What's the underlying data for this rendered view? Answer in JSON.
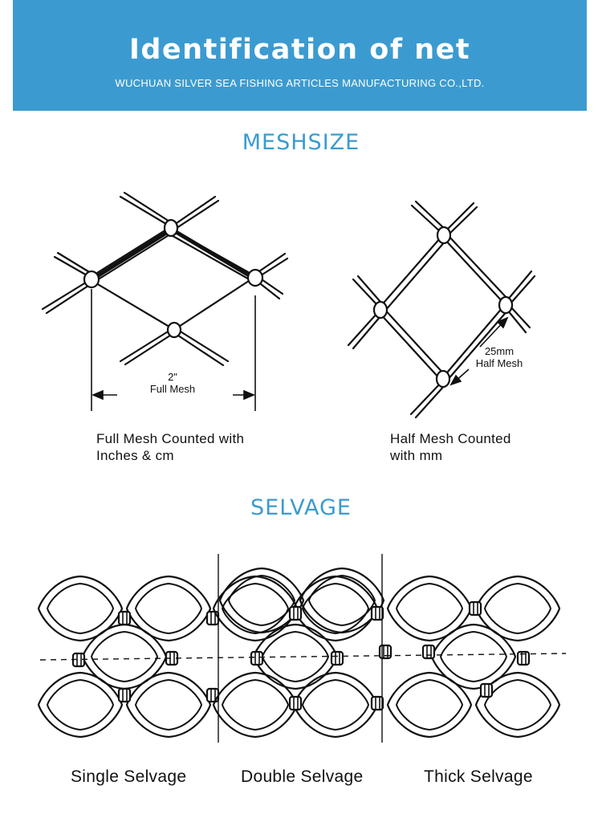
{
  "header": {
    "title": "Identification of net",
    "company": "WUCHUAN SILVER SEA FISHING ARTICLES MANUFACTURING CO.,LTD."
  },
  "meshsize": {
    "heading": "MESHSIZE",
    "full_mesh": {
      "dimension_value": "2\"",
      "dimension_name": "Full Mesh",
      "caption_line1": "Full Mesh Counted with",
      "caption_line2": "Inches & cm"
    },
    "half_mesh": {
      "dimension_value": "25mm",
      "dimension_name": "Half Mesh",
      "caption_line1": "Half Mesh Counted",
      "caption_line2": "with mm"
    }
  },
  "selvage": {
    "heading": "SELVAGE",
    "types": [
      "Single Selvage",
      "Double Selvage",
      "Thick Selvage"
    ]
  },
  "colors": {
    "banner": "#3b9bd0",
    "heading": "#3b9bd0",
    "line": "#111111"
  }
}
